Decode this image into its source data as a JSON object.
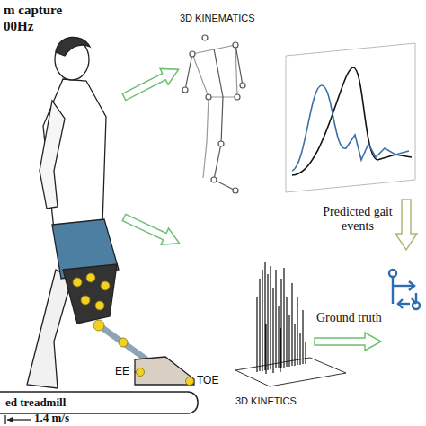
{
  "diagram": {
    "labels": [
      "m capture",
      "00Hz",
      "3D KINEMATICS",
      "Predicted gait events",
      "3D KINETICS",
      "Ground truth",
      "TOE",
      "EE",
      "ed treadmill",
      "1.4 m/s"
    ]
  }
}
